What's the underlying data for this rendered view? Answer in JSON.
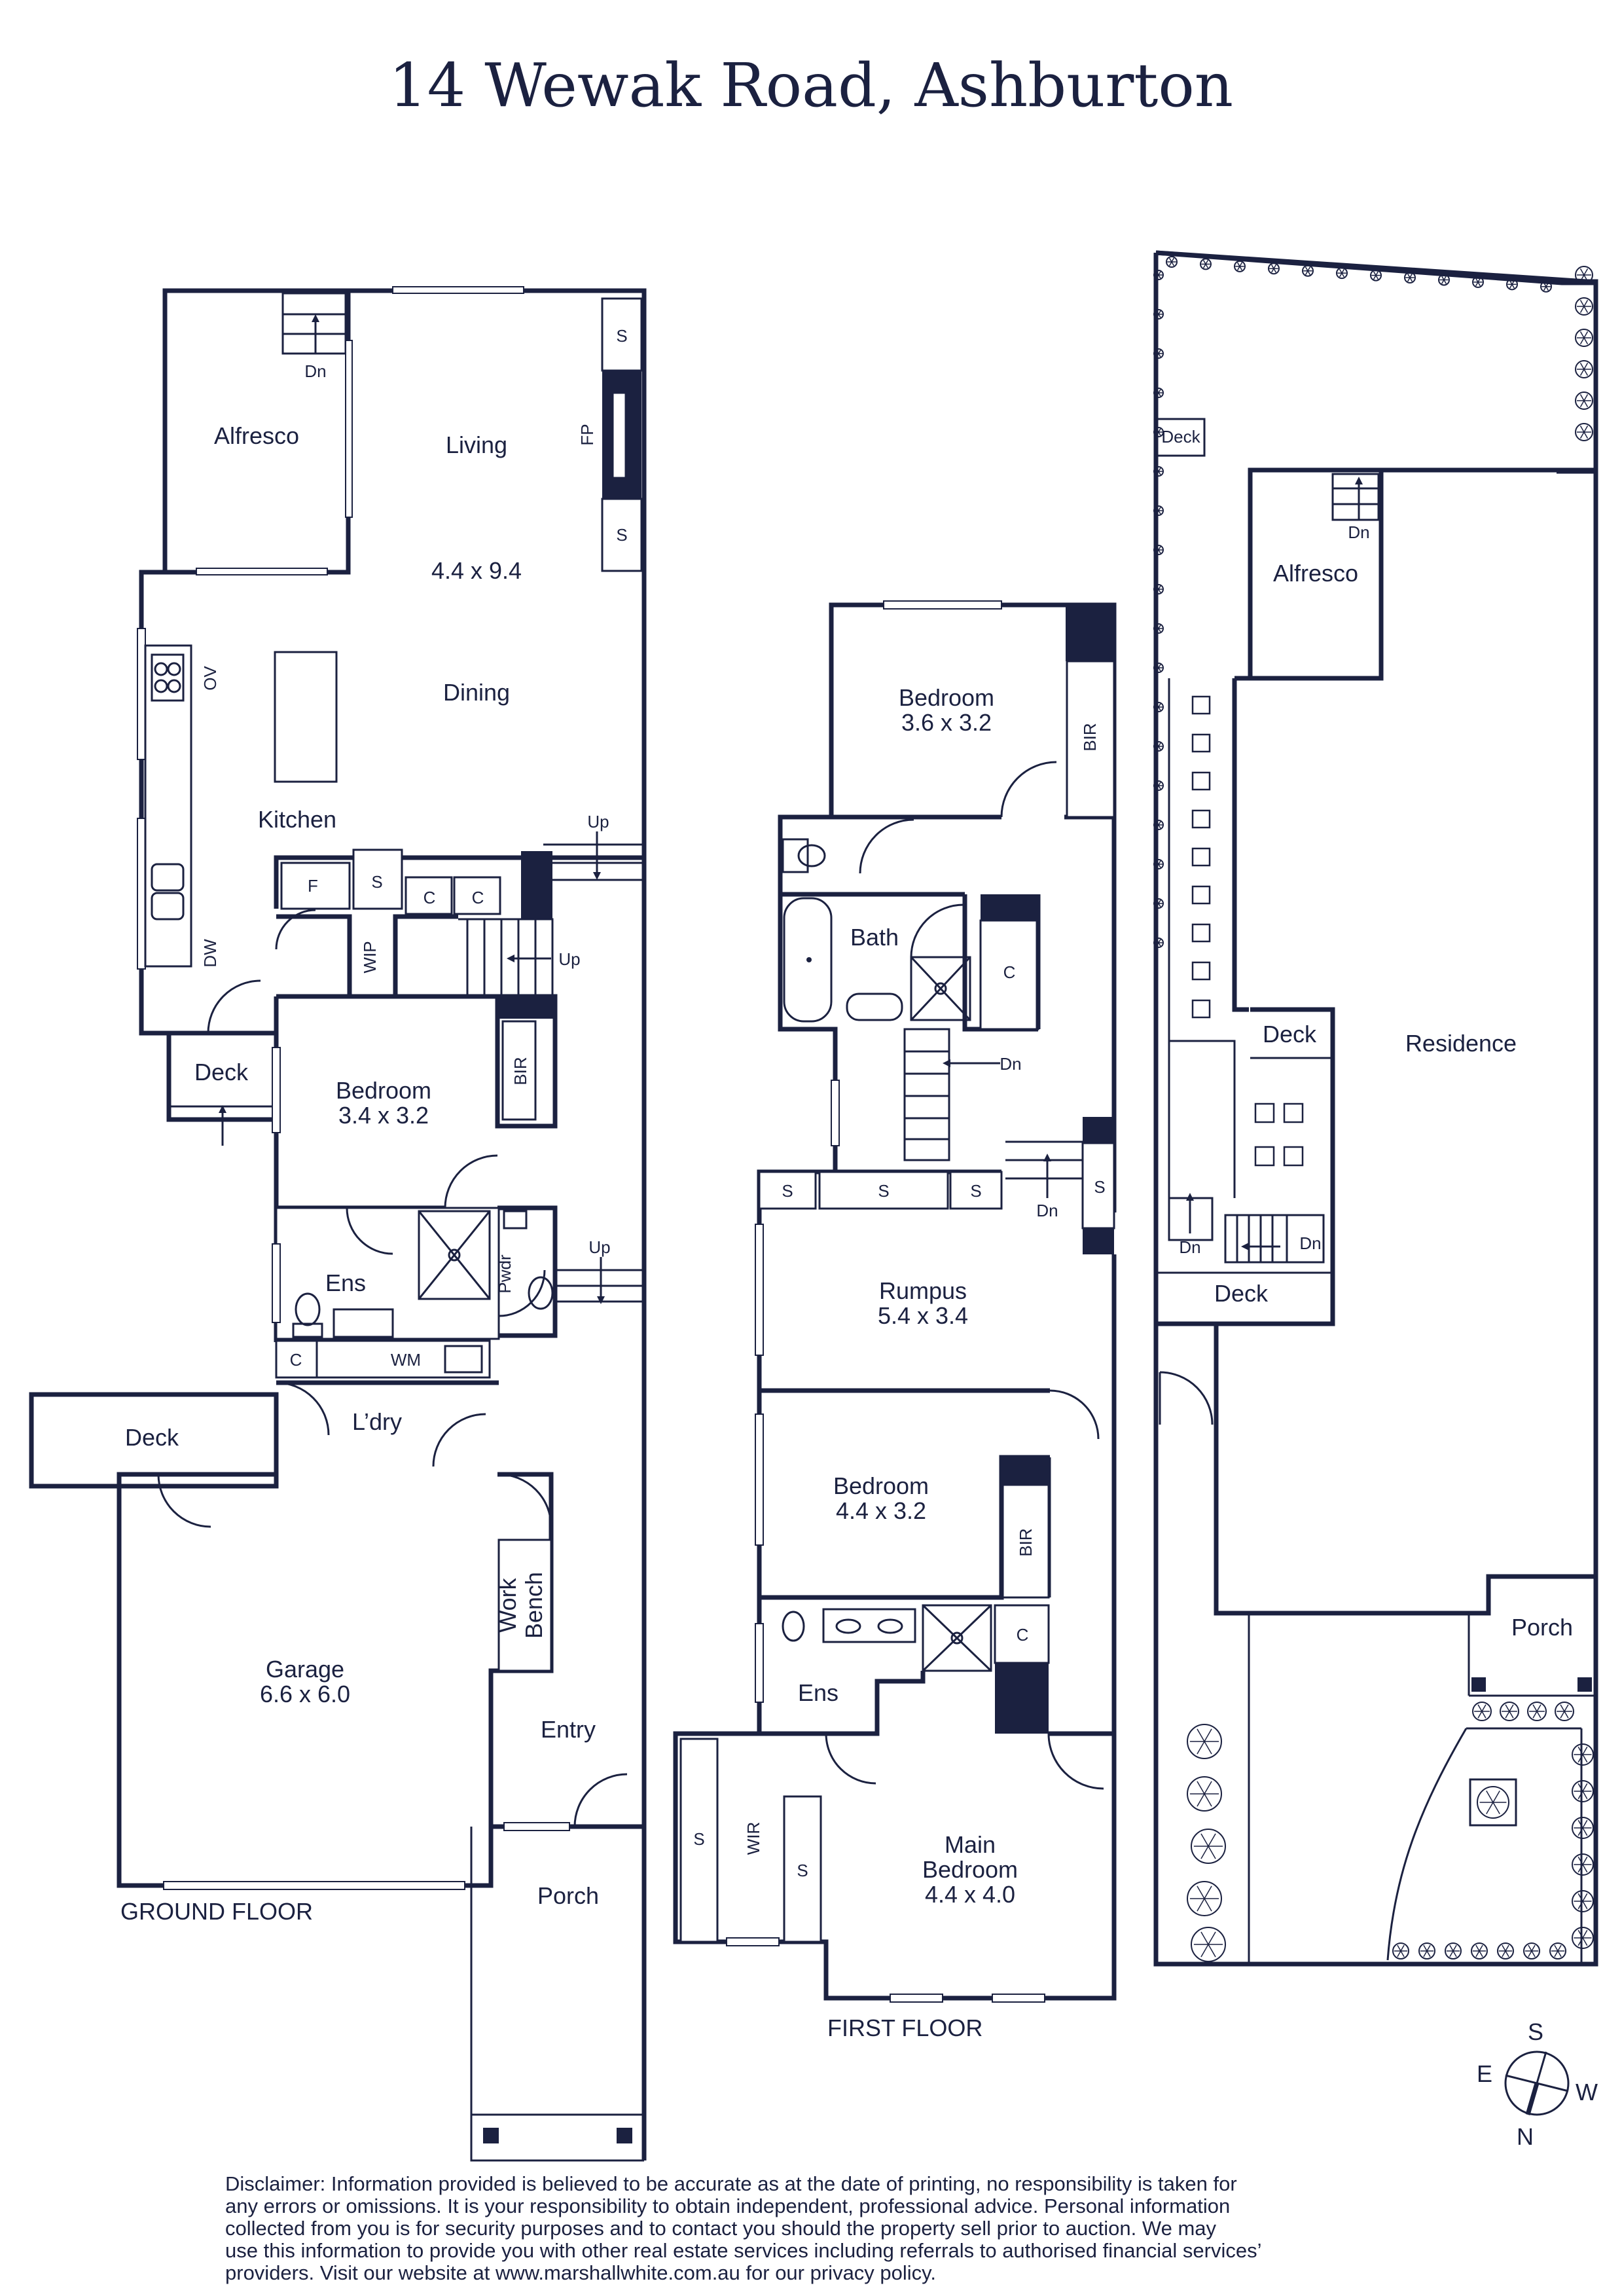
{
  "title": "14 Wewak Road, Ashburton",
  "ground_floor": {
    "heading": "GROUND FLOOR",
    "alfresco": "Alfresco",
    "dn": "Dn",
    "living": "Living",
    "living_size": "4.4 x 9.4",
    "fp": "FP",
    "s": "S",
    "dining": "Dining",
    "ov": "OV",
    "kitchen": "Kitchen",
    "f": "F",
    "c": "C",
    "up": "Up",
    "wip": "WIP",
    "dw": "DW",
    "deck": "Deck",
    "bedroom": "Bedroom",
    "bedroom_size": "3.4 x 3.2",
    "bir": "BIR",
    "ens": "Ens",
    "pwdr": "Pwdr",
    "wm": "WM",
    "laundry": "L’dry",
    "work_bench_1": "Work",
    "work_bench_2": "Bench",
    "garage": "Garage",
    "garage_size": "6.6 x 6.0",
    "entry": "Entry",
    "porch": "Porch"
  },
  "first_floor": {
    "heading": "FIRST FLOOR",
    "bedroom": "Bedroom",
    "bedroom1_size": "3.6 x 3.2",
    "bir": "BIR",
    "bath": "Bath",
    "c": "C",
    "dn": "Dn",
    "s": "S",
    "rumpus": "Rumpus",
    "rumpus_size": "5.4 x 3.4",
    "bedroom2_size": "4.4 x 3.2",
    "ens": "Ens",
    "wir": "WIR",
    "main_1": "Main",
    "main_2": "Bedroom",
    "main_size": "4.4 x 4.0"
  },
  "site_plan": {
    "deck": "Deck",
    "dn": "Dn",
    "alfresco": "Alfresco",
    "residence": "Residence",
    "porch": "Porch"
  },
  "compass": {
    "s": "S",
    "e": "E",
    "w": "W",
    "n": "N"
  },
  "disclaimer": [
    "Disclaimer: Information provided is believed to be accurate as at the date of printing, no responsibility is taken for",
    "any errors or omissions. It is your responsibility to obtain independent, professional advice. Personal information",
    "collected from you is for security purposes and to contact you should the property sell prior to auction. We may",
    "use this information to provide you with other real estate services including referrals to authorised financial services’",
    "providers. Visit our website at www.marshallwhite.com.au for our privacy policy."
  ],
  "colors": {
    "ink": "#1b2140",
    "paper": "#ffffff"
  }
}
